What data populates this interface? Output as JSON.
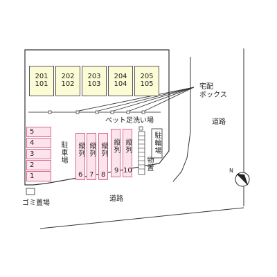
{
  "units": [
    {
      "upper": "201",
      "lower": "101"
    },
    {
      "upper": "202",
      "lower": "102"
    },
    {
      "upper": "203",
      "lower": "103"
    },
    {
      "upper": "204",
      "lower": "104"
    },
    {
      "upper": "205",
      "lower": "105"
    }
  ],
  "labels": {
    "delivery_box": "宅配\nボックス",
    "pet_wash": "ペット足洗い場",
    "road_right": "道路",
    "road_bottom": "道路",
    "parking": "駐車場",
    "bicycle": "駐輪場",
    "storage": "物置",
    "garbage": "ゴミ置場",
    "north": "N"
  },
  "parking_left": [
    "5",
    "4",
    "3",
    "2",
    "1"
  ],
  "parking_vertical": [
    {
      "text": "縦列",
      "num": "6"
    },
    {
      "text": "縦列",
      "num": "7"
    },
    {
      "text": "縦列",
      "num": "8"
    },
    {
      "text": "縦列",
      "num": "9"
    },
    {
      "text": "縦列",
      "num": "10"
    }
  ]
}
